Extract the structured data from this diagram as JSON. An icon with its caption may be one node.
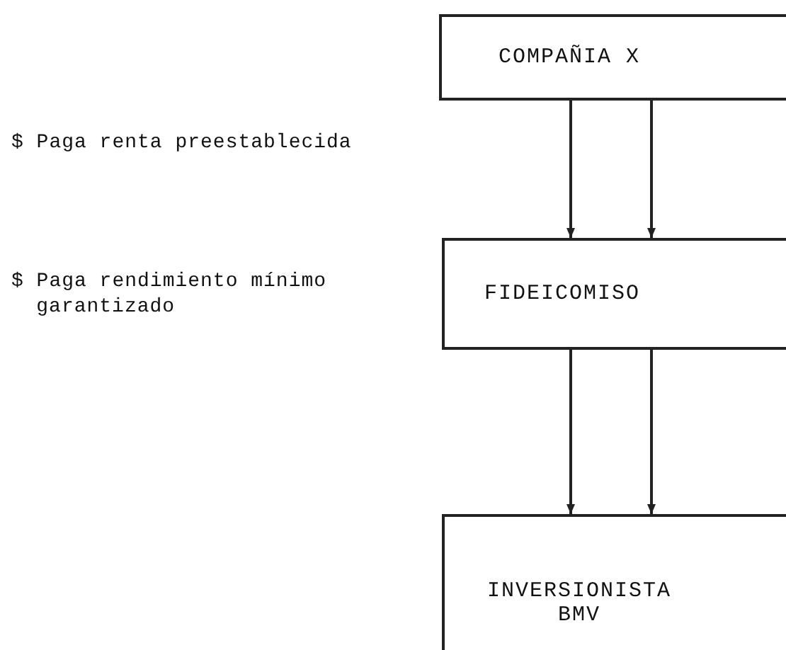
{
  "diagram": {
    "nodes": [
      {
        "text": [
          "COMPAÑIA X"
        ]
      },
      {
        "text": [
          "FIDEICOMISO"
        ]
      },
      {
        "text": [
          "INVERSIONISTA BMV"
        ]
      }
    ],
    "edges": [
      {
        "from": 0,
        "to": 1,
        "arrow": "to"
      },
      {
        "from": 0,
        "to": 1,
        "arrow": "to"
      },
      {
        "from": 1,
        "to": 2,
        "arrow": "to"
      },
      {
        "from": 1,
        "to": 2,
        "arrow": "to"
      }
    ],
    "labels": [
      "$ Paga renta preestablecida",
      "$ Paga rendimiento mínimo garantizado"
    ]
  }
}
